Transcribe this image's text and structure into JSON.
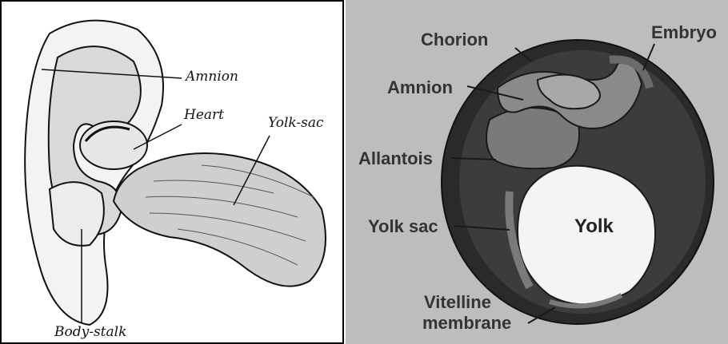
{
  "left_figure": {
    "labels": {
      "amnion": "Amnion",
      "heart": "Heart",
      "yolk_sac": "Yolk-sac",
      "body_stalk": "Body-stalk"
    }
  },
  "right_figure": {
    "labels": {
      "chorion": "Chorion",
      "embryo": "Embryo",
      "amnion": "Amnion",
      "allantois": "Allantois",
      "yolk_sac": "Yolk sac",
      "yolk": "Yolk",
      "vitelline_line1": "Vitelline",
      "vitelline_line2": "membrane"
    }
  },
  "colors": {
    "right_background": "#bdbdbd",
    "shell_dark": "#2a2a2a",
    "membrane_mid": "#7a7a7a",
    "yolk_fill": "#f4f4f4"
  }
}
